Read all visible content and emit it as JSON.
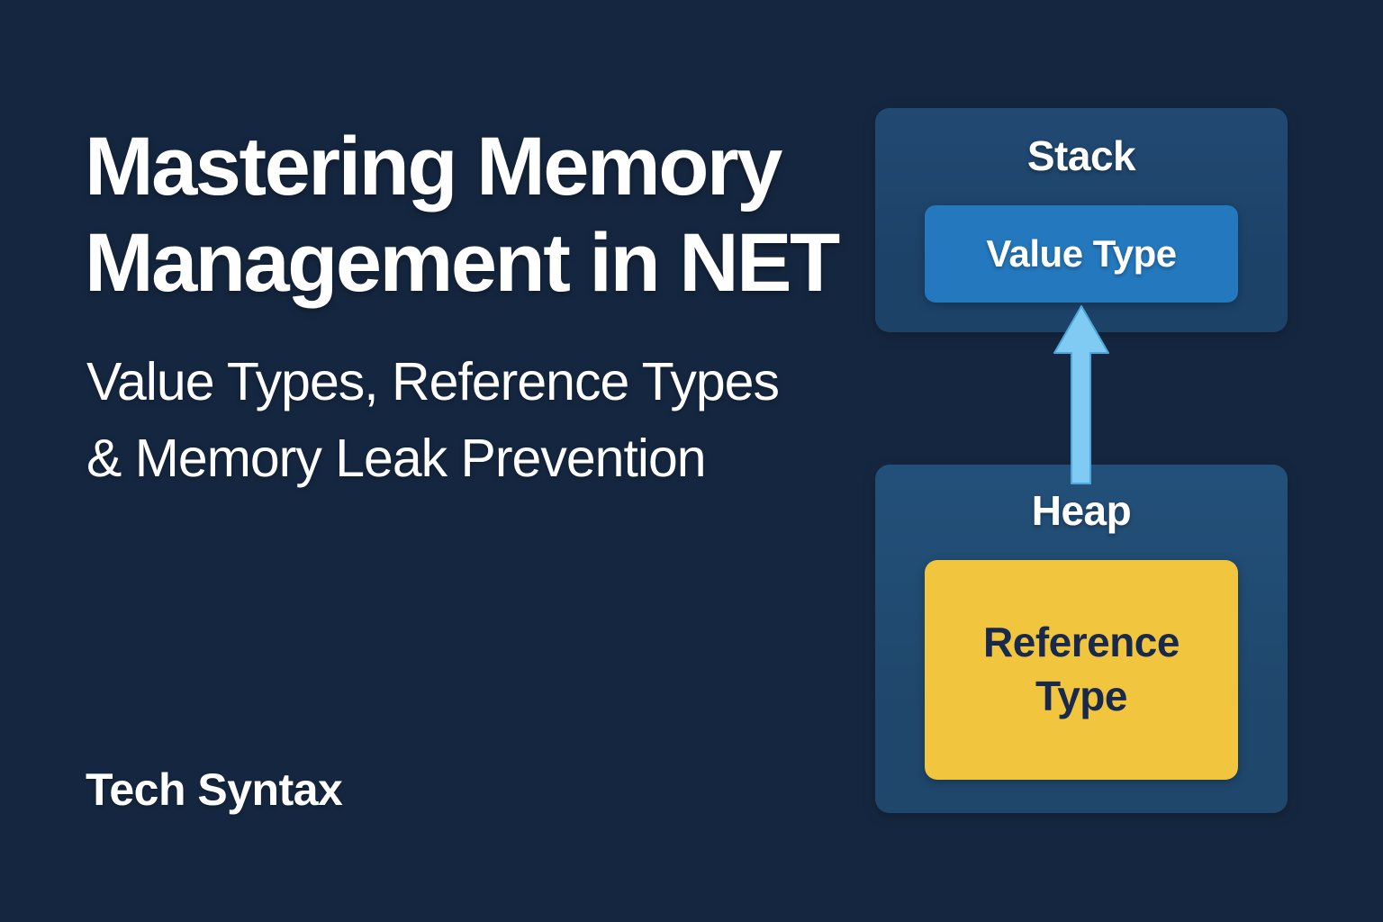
{
  "header": {
    "title_line1": "Mastering Memory",
    "title_line2": "Management in NET",
    "subtitle_line1": "Value Types, Reference Types",
    "subtitle_line2": "& Memory Leak Prevention"
  },
  "brand": {
    "name": "Tech Syntax"
  },
  "diagram": {
    "stack": {
      "label": "Stack",
      "item_label": "Value Type"
    },
    "heap": {
      "label": "Heap",
      "item_label": "Reference Type"
    },
    "arrow": {
      "direction": "up",
      "from": "Heap",
      "to": "Value Type"
    }
  },
  "colors": {
    "background": "#152740",
    "container_stack": "#1d4268",
    "container_heap": "#1f476b",
    "value_type_box": "#2478bd",
    "reference_type_box": "#f2c53e",
    "reference_type_text": "#18294b",
    "arrow": "#7fcbf3",
    "text_primary": "#ffffff"
  }
}
